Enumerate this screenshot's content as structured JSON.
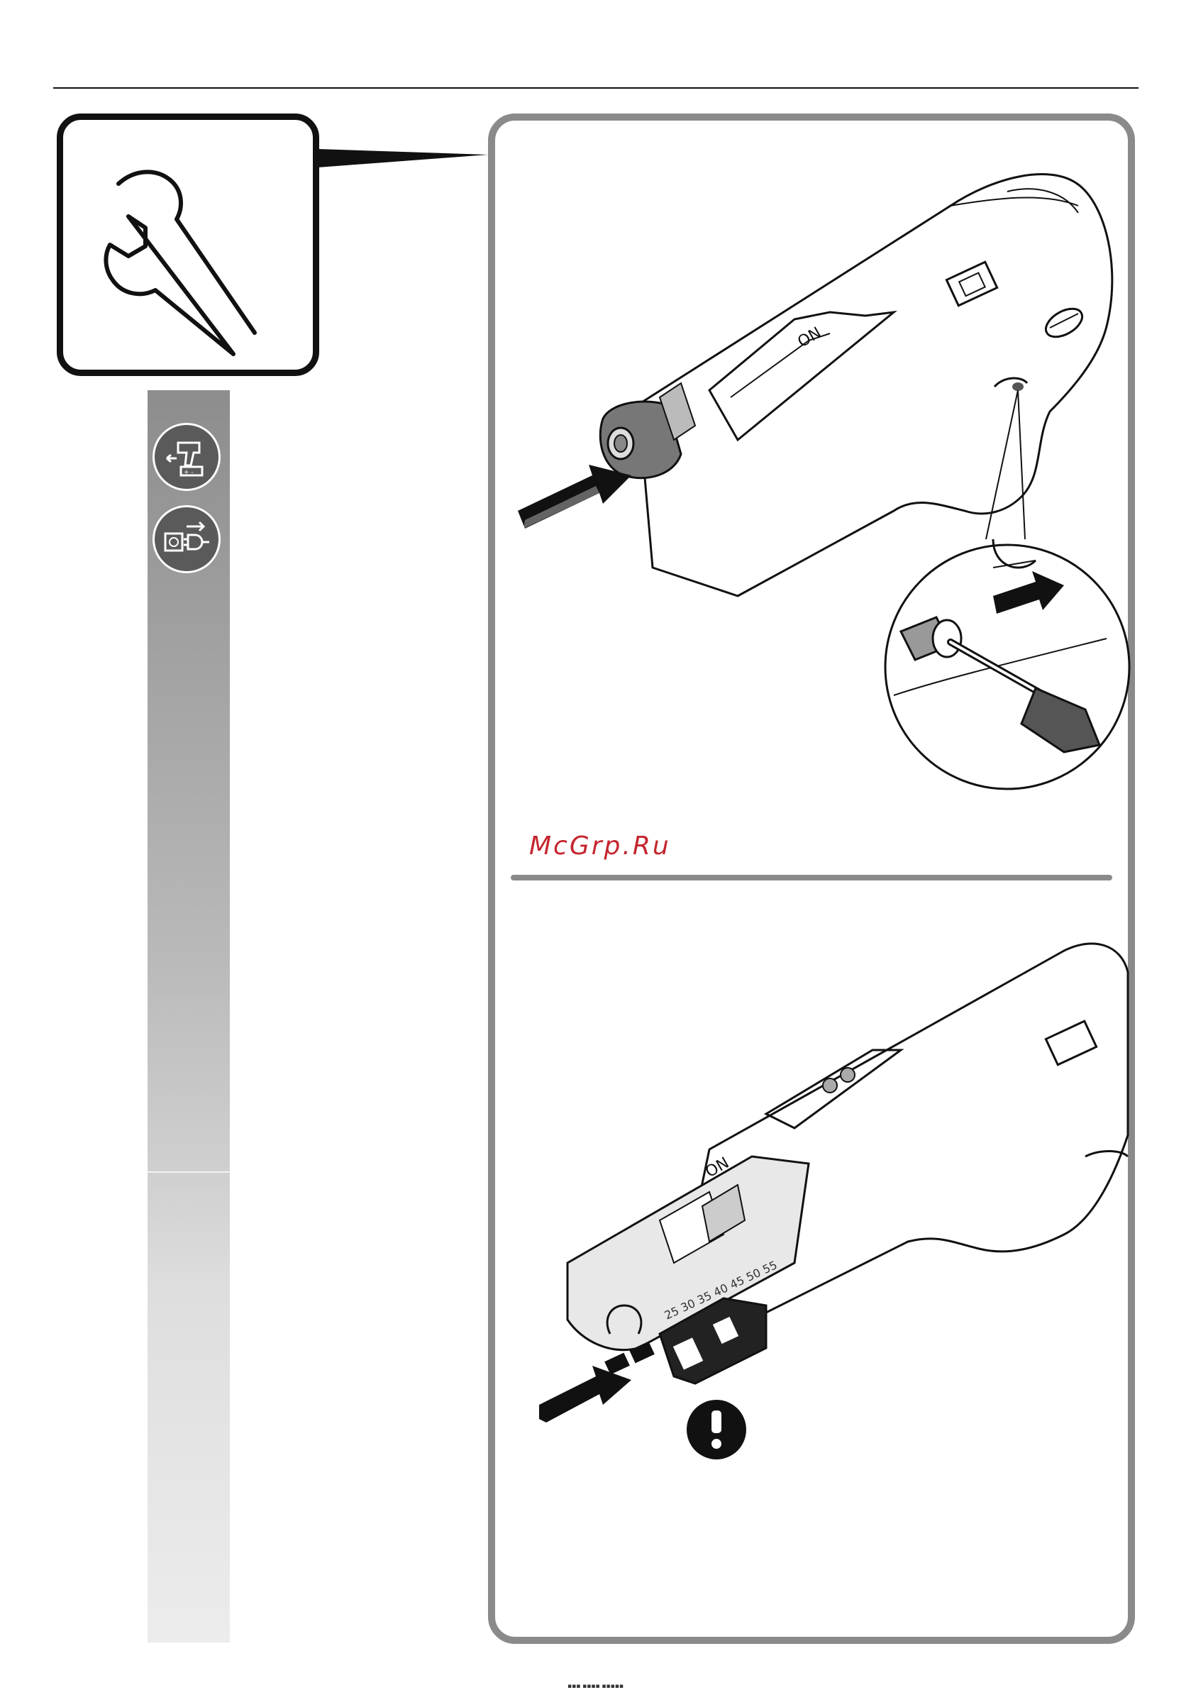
{
  "watermark": "McGrp.Ru",
  "illustration_top": {
    "switch_label": "ON"
  },
  "illustration_bottom": {
    "switch_label": "ON",
    "depth_scale": "25 30 35 40 45 50 55"
  },
  "icons": {
    "section_icon": "wrench-icon",
    "sidebar_icon_1": "remove-battery-icon",
    "sidebar_icon_2": "unplug-icon",
    "warning_icon": "exclamation-icon",
    "push_arrow": "push-arrow-icon",
    "pull_arrow": "pull-arrow-icon"
  },
  "colors": {
    "frame": "#8a8a8a",
    "watermark": "#c4262e",
    "sidebar": "#8d8d8d"
  },
  "footer": "▪▪▪ ▪▪▪▪ ▪▪▪▪▪"
}
